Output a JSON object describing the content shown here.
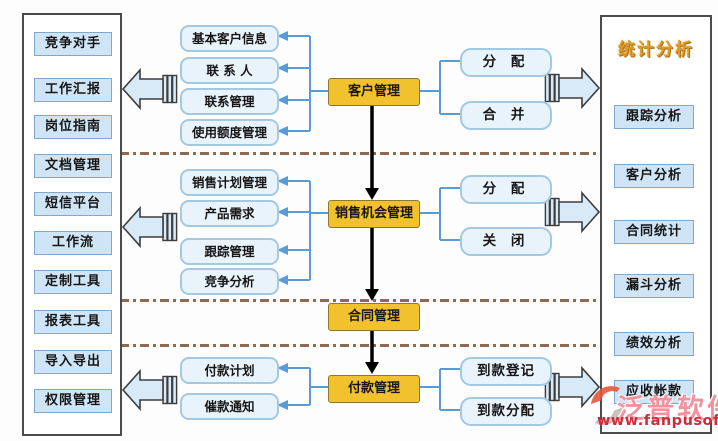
{
  "colors": {
    "module_fill": "#F2C12E",
    "item_fill": "#CFE4F5",
    "feature_fill": "#E9F3FB",
    "connector_blue": "#5B9BD5",
    "separator_brown": "#8D6A52",
    "stats_title_gold": "#DD9830",
    "watermark_red": "#CF2B3A"
  },
  "left_panel": {
    "items": [
      "竞争对手",
      "工作汇报",
      "岗位指南",
      "文档管理",
      "短信平台",
      "工作流",
      "定制工具",
      "报表工具",
      "导入导出",
      "权限管理"
    ]
  },
  "customer_module": {
    "label": "客户管理",
    "features": [
      "基本客户信息",
      "联 系 人",
      "联系管理",
      "使用额度管理"
    ],
    "actions": [
      "分 配",
      "合 并"
    ]
  },
  "sales_module": {
    "label": "销售机会管理",
    "features": [
      "销售计划管理",
      "产品需求",
      "跟踪管理",
      "竞争分析"
    ],
    "actions": [
      "分 配",
      "关 闭"
    ]
  },
  "contract_module": {
    "label": "合同管理"
  },
  "payment_module": {
    "label": "付款管理",
    "features": [
      "付款计划",
      "催款通知"
    ],
    "actions": [
      "到款登记",
      "到款分配"
    ]
  },
  "stats_panel": {
    "title": "统计分析",
    "items": [
      "跟踪分析",
      "客户分析",
      "合同统计",
      "漏斗分析",
      "绩效分析",
      "应收帐款"
    ]
  },
  "watermark": {
    "brand": "泛普软件",
    "url": "www.fanpusoft.com"
  }
}
